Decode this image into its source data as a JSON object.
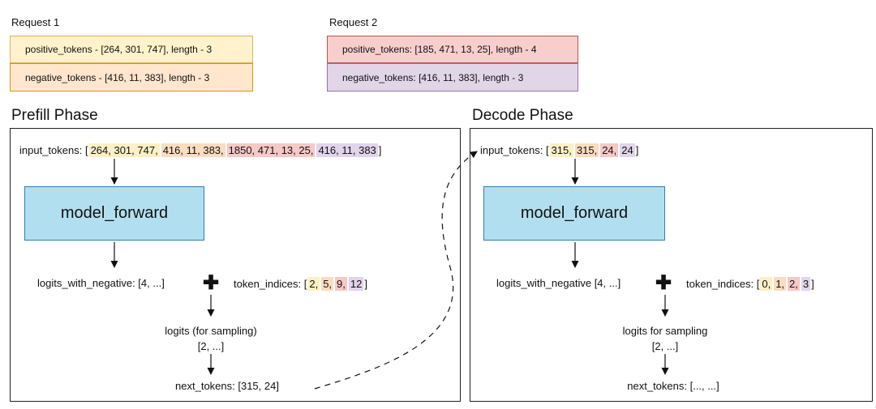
{
  "request1": {
    "title": "Request 1",
    "positive": "positive_tokens - [264, 301, 747], length - 3",
    "negative": "negative_tokens - [416, 11, 383], length - 3"
  },
  "request2": {
    "title": "Request 2",
    "positive": "positive_tokens: [185, 471,  13,  25], length - 4",
    "negative": "negative_tokens: [416, 11, 383], length - 3"
  },
  "prefill": {
    "title": "Prefill Phase",
    "input_label": "input_tokens: [",
    "input_close": "]",
    "input_groups": [
      {
        "text": "264, 301, 747,",
        "color": "y"
      },
      {
        "text": "416, 11, 383,",
        "color": "o"
      },
      {
        "text": "1850, 471, 13, 25,",
        "color": "r"
      },
      {
        "text": "416, 11, 383",
        "color": "p"
      }
    ],
    "model_forward": "model_forward",
    "logits_label": "logits_with_negative: [4, ...]",
    "plus": "✚",
    "indices_label": "token_indices: [",
    "indices_close": "]",
    "indices": [
      {
        "text": "2,",
        "color": "y"
      },
      {
        "text": "5,",
        "color": "o"
      },
      {
        "text": "9,",
        "color": "r"
      },
      {
        "text": "12",
        "color": "p"
      }
    ],
    "sampling_line1": "logits (for sampling)",
    "sampling_line2": "[2, ...]",
    "next_tokens": "next_tokens: [315,  24]"
  },
  "decode": {
    "title": "Decode Phase",
    "input_label": "input_tokens: [",
    "input_close": "]",
    "input_groups": [
      {
        "text": "315,",
        "color": "y"
      },
      {
        "text": "315,",
        "color": "o"
      },
      {
        "text": "24,",
        "color": "r"
      },
      {
        "text": "24",
        "color": "p"
      }
    ],
    "model_forward": "model_forward",
    "logits_label": "logits_with_negative [4, ...]",
    "plus": "✚",
    "indices_label": "token_indices: [",
    "indices_close": "]",
    "indices": [
      {
        "text": "0,",
        "color": "y"
      },
      {
        "text": "1,",
        "color": "o"
      },
      {
        "text": "2,",
        "color": "r"
      },
      {
        "text": "3",
        "color": "p"
      }
    ],
    "sampling_line1": "logits for sampling",
    "sampling_line2": "[2, ...]",
    "next_tokens": "next_tokens: [...,  ...]"
  }
}
